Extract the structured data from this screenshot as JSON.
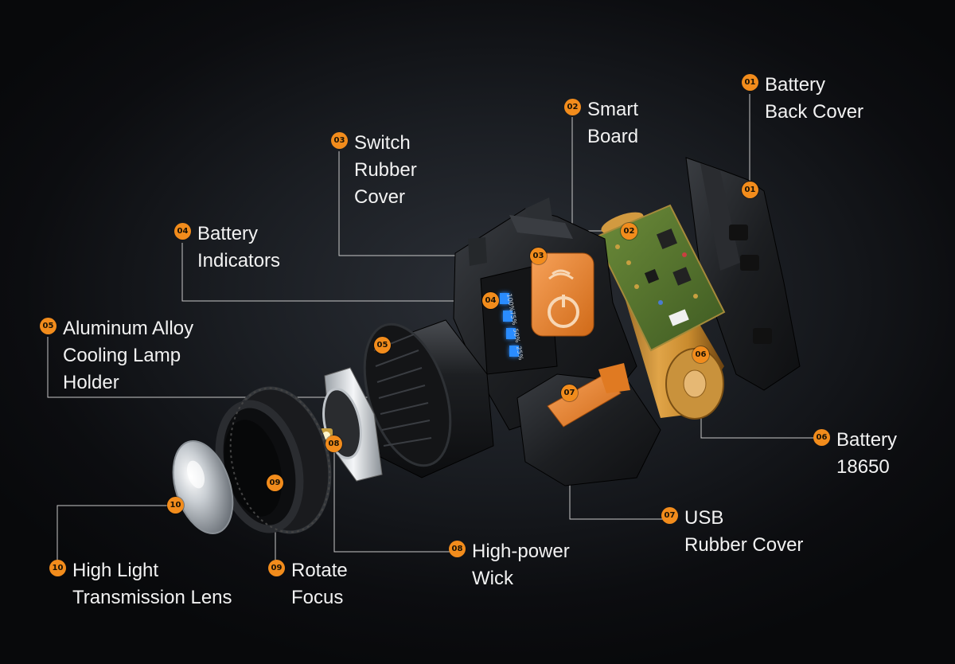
{
  "accent_color": "#f28c1c",
  "parts": [
    {
      "id": "01",
      "lines": [
        "Battery",
        "Back Cover"
      ]
    },
    {
      "id": "02",
      "lines": [
        "Smart",
        "Board"
      ]
    },
    {
      "id": "03",
      "lines": [
        "Switch",
        "Rubber",
        "Cover"
      ]
    },
    {
      "id": "04",
      "lines": [
        "Battery",
        "Indicators"
      ]
    },
    {
      "id": "05",
      "lines": [
        "Aluminum Alloy",
        "Cooling Lamp",
        "Holder"
      ]
    },
    {
      "id": "06",
      "lines": [
        "Battery",
        "18650"
      ]
    },
    {
      "id": "07",
      "lines": [
        "USB",
        "Rubber Cover"
      ]
    },
    {
      "id": "08",
      "lines": [
        "High-power",
        "Wick"
      ]
    },
    {
      "id": "09",
      "lines": [
        "Rotate",
        "Focus"
      ]
    },
    {
      "id": "10",
      "lines": [
        "High Light",
        "Transmission Lens"
      ]
    }
  ],
  "battery_levels": [
    "100%",
    "75%",
    "50%",
    "25%"
  ]
}
